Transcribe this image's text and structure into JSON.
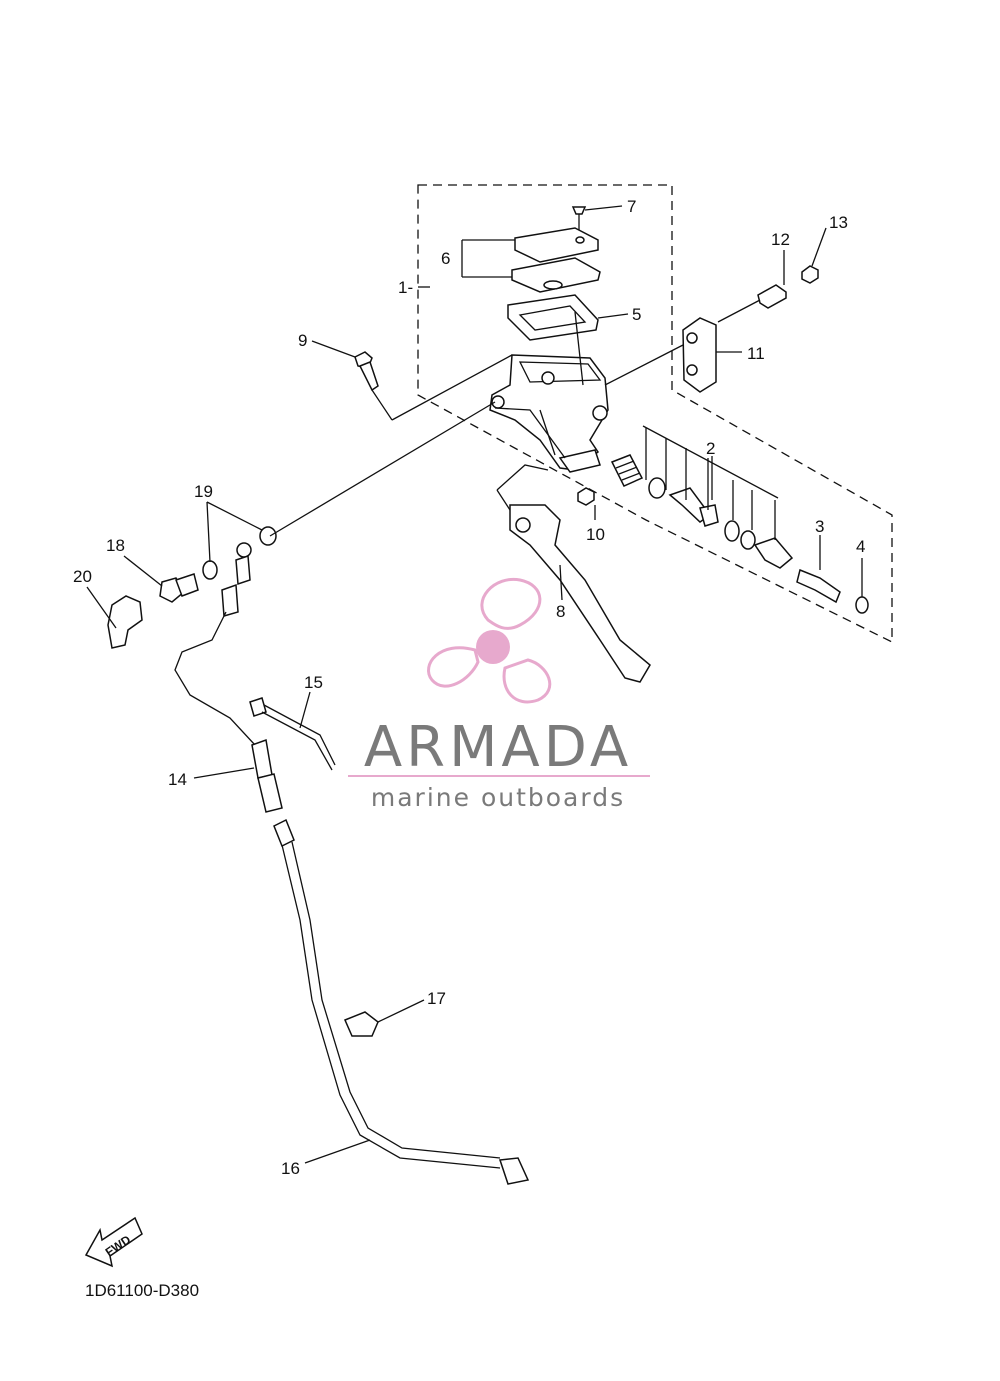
{
  "diagram": {
    "code": "1D61100-D380",
    "fwd_label": "FWD",
    "callouts": [
      {
        "id": "1",
        "text": "1-"
      },
      {
        "id": "2",
        "text": "2"
      },
      {
        "id": "3",
        "text": "3"
      },
      {
        "id": "4",
        "text": "4"
      },
      {
        "id": "5",
        "text": "5"
      },
      {
        "id": "6",
        "text": "6"
      },
      {
        "id": "7",
        "text": "7"
      },
      {
        "id": "8",
        "text": "8"
      },
      {
        "id": "9",
        "text": "9"
      },
      {
        "id": "10",
        "text": "10"
      },
      {
        "id": "11",
        "text": "11"
      },
      {
        "id": "12",
        "text": "12"
      },
      {
        "id": "13",
        "text": "13"
      },
      {
        "id": "14",
        "text": "14"
      },
      {
        "id": "15",
        "text": "15"
      },
      {
        "id": "16",
        "text": "16"
      },
      {
        "id": "17",
        "text": "17"
      },
      {
        "id": "18",
        "text": "18"
      },
      {
        "id": "19",
        "text": "19"
      },
      {
        "id": "20",
        "text": "20"
      }
    ]
  },
  "watermark": {
    "title": "ARMADA",
    "subtitle": "marine outboards",
    "accent_color": "#e7a9cd",
    "text_color": "#7a7a7a"
  }
}
